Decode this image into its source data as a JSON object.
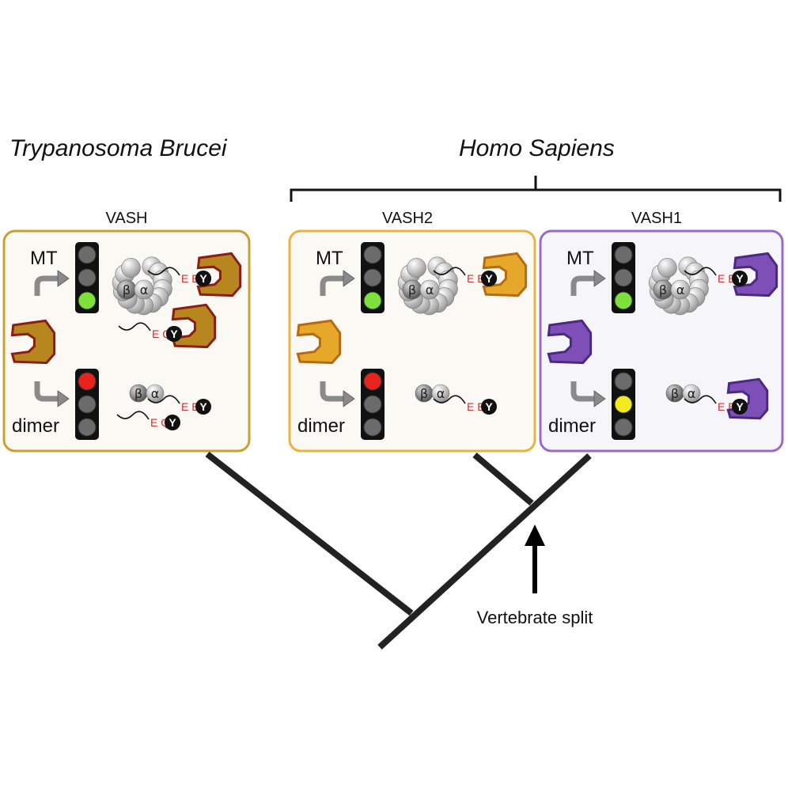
{
  "species": {
    "left": "Trypanosoma Brucei",
    "right": "Homo Sapiens"
  },
  "panels": [
    {
      "title": "VASH",
      "mt_label": "MT",
      "dimer_label": "dimer",
      "mt_light": "green",
      "dimer_light": "red",
      "enzyme_color": "#b8861e",
      "enzyme_outline": "#8a1e14",
      "border_color": "#c9a133",
      "mt_tails": [
        "E E",
        "E Q"
      ],
      "dimer_tails": [
        "E E",
        "E Q"
      ],
      "tyr": "Y",
      "alpha": "α",
      "beta": "β"
    },
    {
      "title": "VASH2",
      "mt_label": "MT",
      "dimer_label": "dimer",
      "mt_light": "green",
      "dimer_light": "red",
      "enzyme_color": "#e5a82a",
      "enzyme_outline": "#b86a12",
      "border_color": "#e8b440",
      "mt_tails": [
        "E E"
      ],
      "dimer_tails": [
        "E E"
      ],
      "tyr": "Y",
      "alpha": "α",
      "beta": "β"
    },
    {
      "title": "VASH1",
      "mt_label": "MT",
      "dimer_label": "dimer",
      "mt_light": "green",
      "dimer_light": "yellow",
      "enzyme_color": "#7e4fb6",
      "enzyme_outline": "#4a2a80",
      "border_color": "#9a6ac8",
      "mt_tails": [
        "E E"
      ],
      "dimer_tails": [
        "E E"
      ],
      "tyr": "Y",
      "alpha": "α",
      "beta": "β"
    }
  ],
  "tree": {
    "annotation": "Vertebrate split"
  },
  "colors": {
    "green": "#7ee03a",
    "red": "#e8231e",
    "yellow": "#f2ea1e",
    "off": "#6b6b6b",
    "tree": "#222222"
  }
}
